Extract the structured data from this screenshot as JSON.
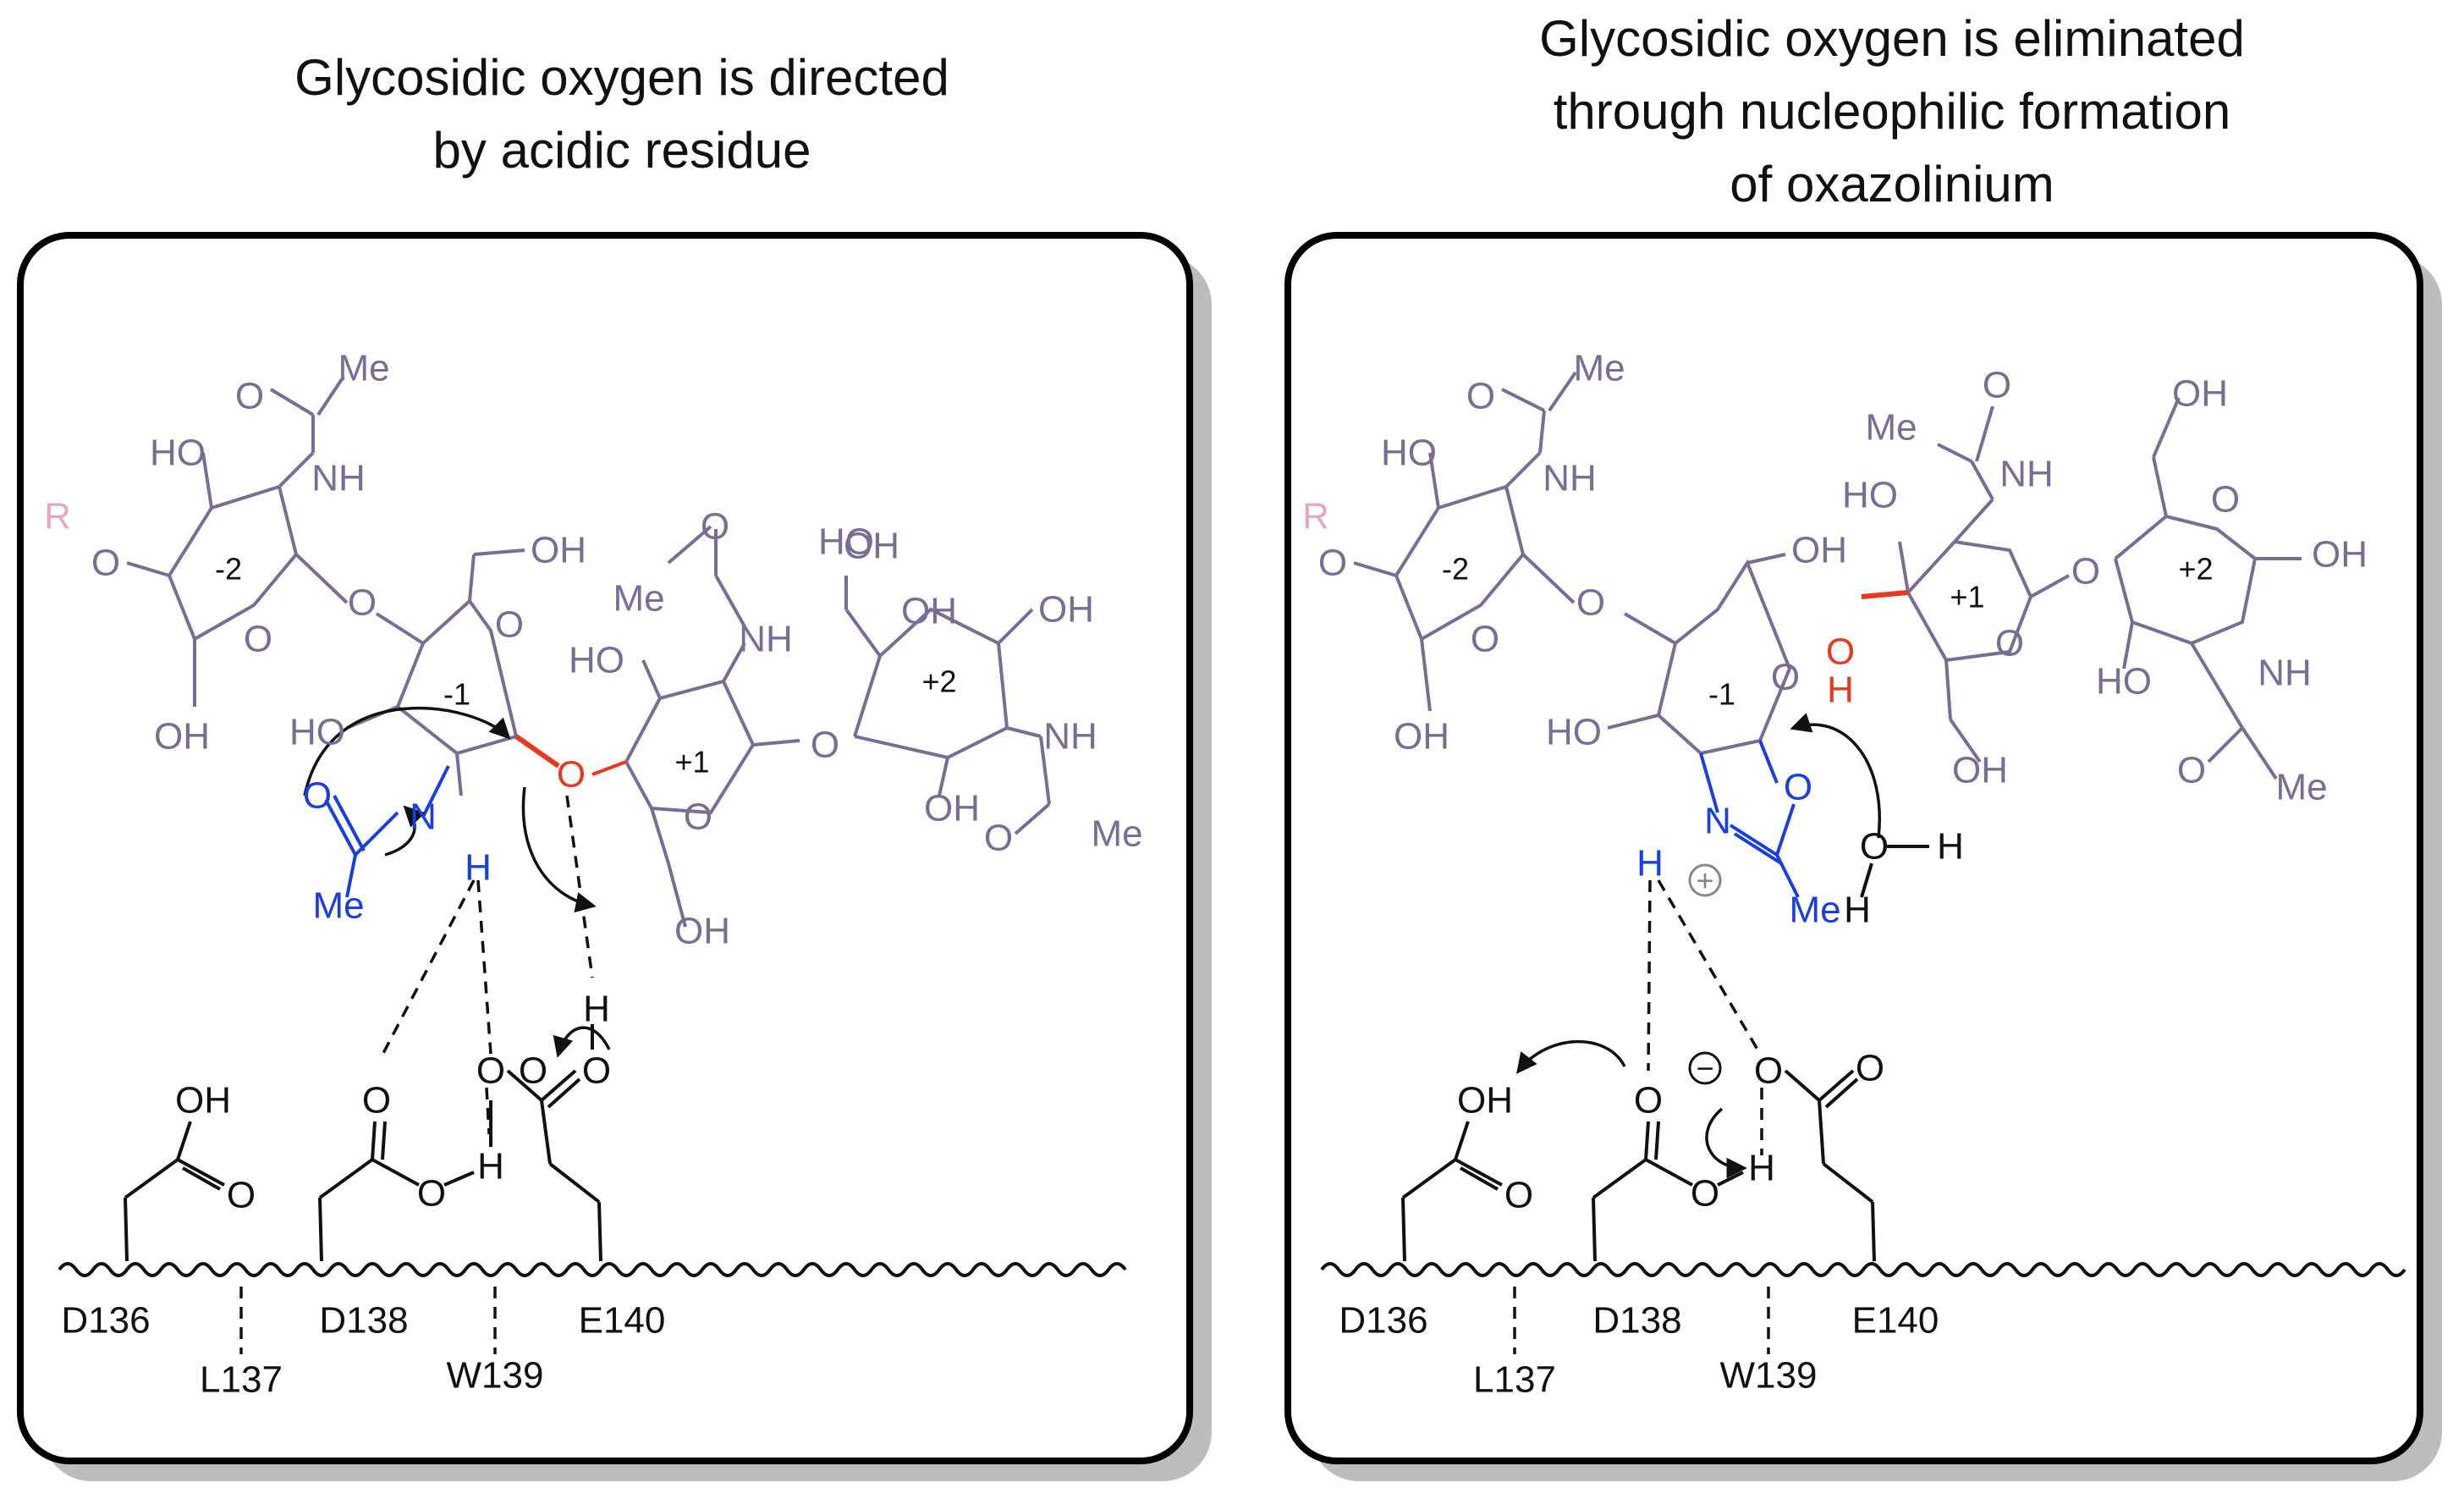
{
  "colors": {
    "sugar": "#7a6c93",
    "r_group": "#e2a9c6",
    "highlight": "#e8391f",
    "nitrogen": "#1a3fe0",
    "text": "#111111",
    "panel_border": "#000000",
    "panel_shadow": "#bdbdbd"
  },
  "panels": [
    {
      "title_lines": [
        "Glycosidic oxygen is directed",
        "by acidic residue"
      ],
      "rings": [
        "-2",
        "-1",
        "+1",
        "+2"
      ],
      "sugar_labels": [
        "Me",
        "O",
        "NH",
        "HO",
        "R",
        "O",
        "O",
        "OH",
        "O",
        "OH",
        "HO",
        "O",
        "OH",
        "Me",
        "O",
        "NH",
        "HO",
        "HO",
        "O",
        "OH",
        "O",
        "OH",
        "NH",
        "OH",
        "O",
        "Me",
        "OH"
      ],
      "red_labels": [
        "O"
      ],
      "blue_labels": [
        "O",
        "N",
        "H",
        "Me"
      ],
      "residue_labels": [
        "OH",
        "O",
        "O",
        "O",
        "H",
        "O",
        "O",
        "H",
        "O"
      ],
      "residues": [
        "D136",
        "L137",
        "D138",
        "W139",
        "E140"
      ]
    },
    {
      "title_lines": [
        "Glycosidic oxygen is eliminated",
        "through nucleophilic formation",
        "of oxazolinium"
      ],
      "rings": [
        "-2",
        "-1",
        "+1",
        "+2"
      ],
      "sugar_labels": [
        "Me",
        "O",
        "NH",
        "HO",
        "R",
        "O",
        "O",
        "OH",
        "O",
        "OH",
        "HO",
        "O",
        "O",
        "NH",
        "Me",
        "HO",
        "O",
        "O",
        "OH",
        "OH",
        "O",
        "OH",
        "HO",
        "NH",
        "O",
        "Me"
      ],
      "red_labels": [
        "O",
        "H"
      ],
      "blue_labels": [
        "N",
        "O",
        "H",
        "Me"
      ],
      "charge_labels": [
        "+",
        "−"
      ],
      "water_labels": [
        "O",
        "H",
        "H"
      ],
      "residue_labels": [
        "OH",
        "O",
        "O",
        "O",
        "H",
        "O",
        "O"
      ],
      "residues": [
        "D136",
        "L137",
        "D138",
        "W139",
        "E140"
      ]
    }
  ]
}
